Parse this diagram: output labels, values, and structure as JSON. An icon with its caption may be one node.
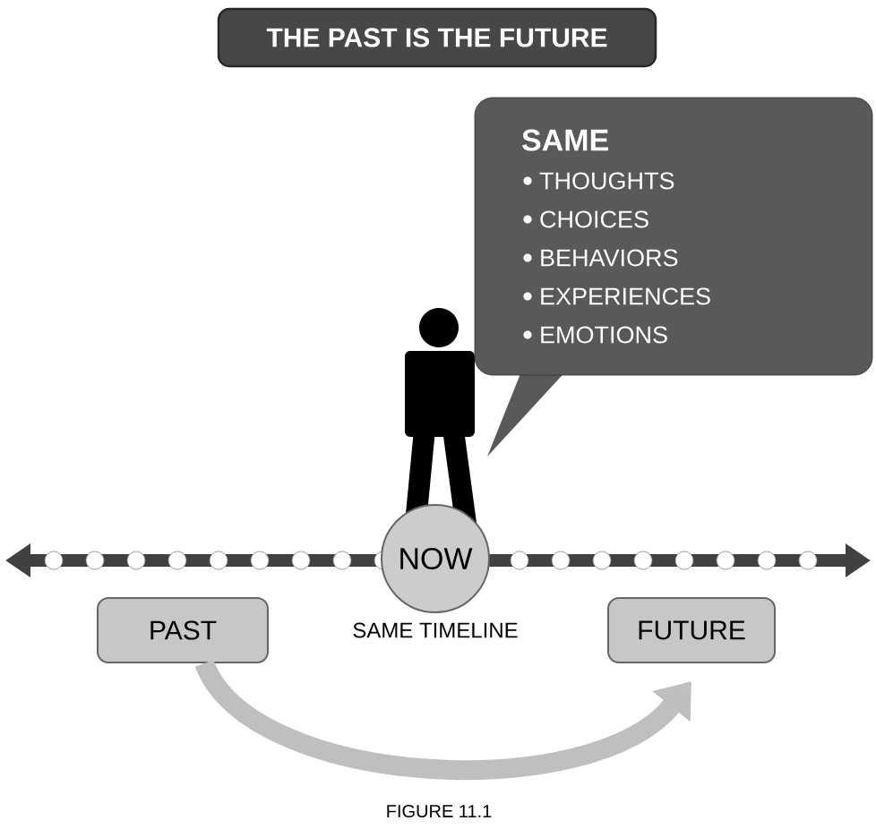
{
  "diagram": {
    "title": "THE PAST IS THE FUTURE",
    "caption": "FIGURE 11.1",
    "nodes": [
      {
        "text": [
          "SAME",
          "THOUGHTS",
          "CHOICES",
          "BEHAVIORS",
          "EXPERIENCES",
          "EMOTIONS"
        ]
      },
      {
        "text": [
          "NOW"
        ]
      },
      {
        "text": [
          "PAST"
        ]
      },
      {
        "text": [
          "FUTURE"
        ]
      }
    ],
    "edges": [
      {
        "from": 2,
        "to": 3,
        "arrow": "to"
      }
    ],
    "labels": [
      "SAME TIMELINE"
    ]
  }
}
